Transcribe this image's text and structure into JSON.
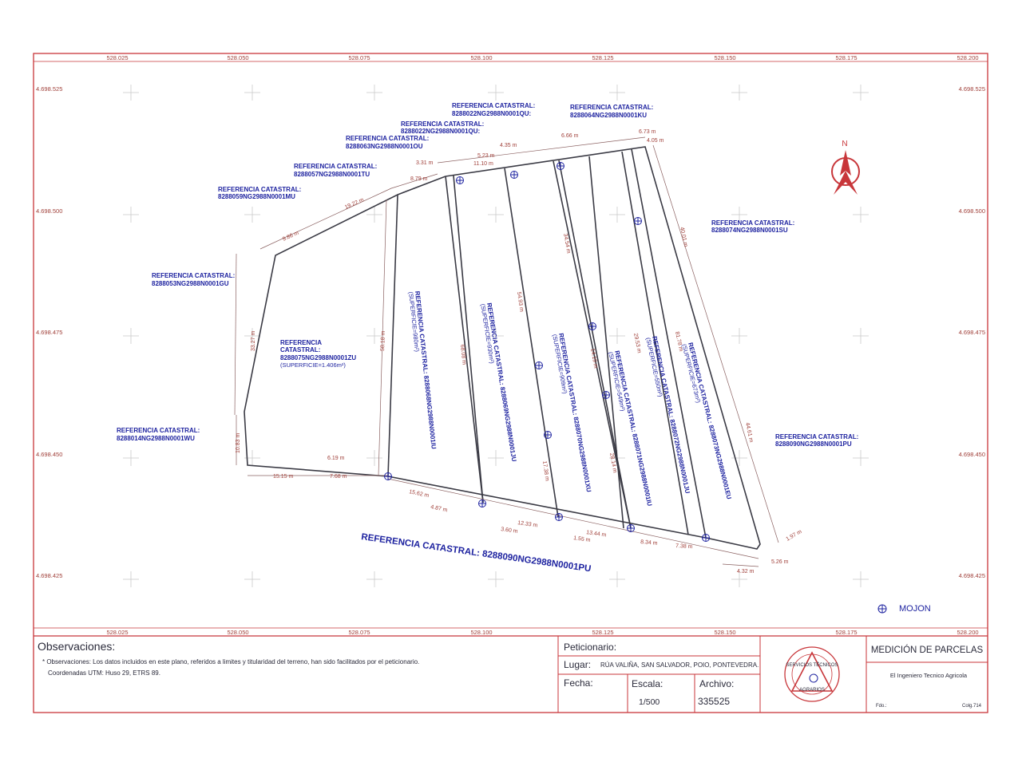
{
  "grid": {
    "x_labels": [
      "528.025",
      "528.050",
      "528.075",
      "528.100",
      "528.125",
      "528.150",
      "528.175",
      "528.200"
    ],
    "y_labels": [
      "4.698.525",
      "4.698.500",
      "4.698.475",
      "4.698.450",
      "4.698.425"
    ]
  },
  "parcels": {
    "pu_big": "REFERENCIA CATASTRAL: 8288090NG2988N0001PU",
    "neighbors": [
      {
        "l1": "REFERENCIA CATASTRAL:",
        "l2": "8288022NG2988N0001QU:"
      },
      {
        "l1": "REFERENCIA CATASTRAL:",
        "l2": "8288064NG2988N0001KU"
      },
      {
        "l1": "REFERENCIA CATASTRAL:",
        "l2": "8288022NG2988N0001QU:"
      },
      {
        "l1": "REFERENCIA CATASTRAL:",
        "l2": "8288063NG2988N0001OU"
      },
      {
        "l1": "REFERENCIA CATASTRAL:",
        "l2": "8288057NG2988N0001TU"
      },
      {
        "l1": "REFERENCIA CATASTRAL:",
        "l2": "8288059NG2988N0001MU"
      },
      {
        "l1": "REFERENCIA CATASTRAL:",
        "l2": "8288053NG2988N0001GU"
      },
      {
        "l1": "REFERENCIA CATASTRAL:",
        "l2": "8288014NG2988N0001WU"
      },
      {
        "l1": "REFERENCIA CATASTRAL:",
        "l2": "8288074NG2988N0001SU"
      },
      {
        "l1": "REFERENCIA CATASTRAL:",
        "l2": "8288090NG2988N0001PU"
      }
    ],
    "main": {
      "l1": "REFERENCIA",
      "l2": "CATASTRAL:",
      "l3": "8288075NG2988N0001ZU",
      "l4": "(SUPERFICIE=1.406m²)"
    },
    "strips": [
      {
        "ref": "REFERENCIA CATASTRAL: 8288068NG2988N0001IU",
        "sup": "(SUPERFICIE=980m²)"
      },
      {
        "ref": "REFERENCIA CATASTRAL: 8288069NG2988N0001JU",
        "sup": "(SUPERFICIE=930m²)"
      },
      {
        "ref": "REFERENCIA CATASTRAL: 8288070NG2988N0001XU",
        "sup": "(SUPERFICIE=909m²)"
      },
      {
        "ref": "REFERENCIA CATASTRAL: 8288071NG2988N0001IU",
        "sup": "(SUPERFICIE=549m²)"
      },
      {
        "ref": "REFERENCIA CATASTRAL: 8288072NG2988N0001JU",
        "sup": "(SUPERFICIE=550m²)"
      },
      {
        "ref": "REFERENCIA CATASTRAL: 8288073NG2988N0001EU",
        "sup": "(SUPERFICIE=673m²)"
      }
    ]
  },
  "dimensions": {
    "top": [
      "3.31 m",
      "11.10 m",
      "5.23 m",
      "4.35 m",
      "6.66 m",
      "6.73 m",
      "4.05 m",
      "8.79 m"
    ],
    "left": [
      "19.22 m",
      "9.86 m",
      "33.27 m",
      "10.83 m"
    ],
    "bottom": [
      "15.15 m",
      "7.68 m",
      "6.19 m",
      "15.62 m",
      "4.87 m",
      "12.33 m",
      "3.60 m",
      "1.55 m",
      "13.44 m",
      "8.34 m",
      "7.38 m",
      "4.32 m",
      "5.26 m",
      "1.97 m"
    ],
    "vertical": [
      "58.18 m",
      "68.08 m",
      "54.93 m",
      "17.38 m",
      "34.54 m",
      "14.19 m",
      "28.14 m",
      "29.53 m",
      "81.78 m",
      "40.01 m",
      "44.61 m"
    ]
  },
  "north": "N",
  "legend": {
    "mojon": "MOJON"
  },
  "title_block": {
    "observaciones_title": "Observaciones:",
    "observaciones_text": "* Observaciones: Los datos incluidos en este plano, referidos a limites  y titularidad del terreno, han sido facilitados por el peticionario.",
    "coordenadas": "Coordenadas UTM: Huso 29, ETRS 89.",
    "peticionario_label": "Peticionario:",
    "lugar_label": "Lugar:",
    "lugar_value": "RÚA VALIÑA, SAN SALVADOR, POIO, PONTEVEDRA.",
    "fecha_label": "Fecha:",
    "escala_label": "Escala:",
    "escala_value": "1/500",
    "archivo_label": "Archivo:",
    "archivo_value": "335525",
    "seal_top": "SERVICIOS TÉCNICOS",
    "seal_bottom": "AGRARIOS",
    "project_title": "MEDICIÓN DE PARCELAS",
    "engineer": "El Ingeniero Tecnico Agricola",
    "fdo": "Fdo.:",
    "colegiado": "Colg.714"
  },
  "colors": {
    "frame": "#c8363a",
    "text_blue": "#1e23a0",
    "dim_red": "#a0403a",
    "boundary": "#3a3a44"
  }
}
